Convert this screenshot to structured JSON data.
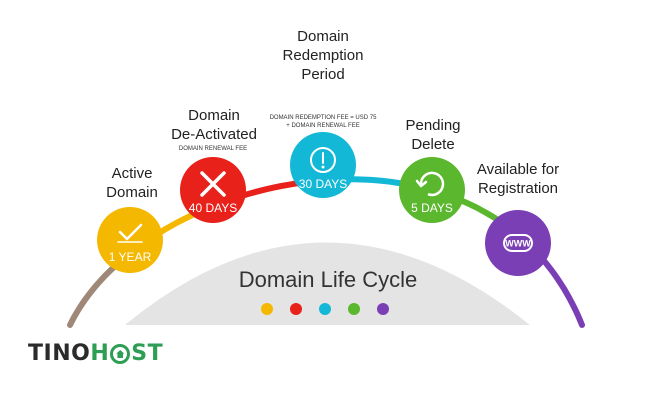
{
  "title": "Domain Life Cycle",
  "stages": [
    {
      "label_lines": [
        "Active",
        "Domain"
      ],
      "center_text": "1 YEAR",
      "icon": "check-icon",
      "fee_lines": [],
      "color": "#F5B800"
    },
    {
      "label_lines": [
        "Domain",
        "De-Activated"
      ],
      "center_text": "40 DAYS",
      "icon": "x-icon",
      "fee_lines": [
        "DOMAIN RENEWAL FEE"
      ],
      "color": "#E8211A"
    },
    {
      "label_lines": [
        "Domain",
        "Redemption",
        "Period"
      ],
      "center_text": "30 DAYS",
      "icon": "alert-icon",
      "fee_lines": [
        "DOMAIN REDEMPTION FEE = USD 75",
        "+ DOMAIN RENEWAL FEE"
      ],
      "color": "#13B8D6"
    },
    {
      "label_lines": [
        "Pending",
        "Delete"
      ],
      "center_text": "5 DAYS",
      "icon": "refresh-icon",
      "fee_lines": [],
      "color": "#5BB82E"
    },
    {
      "label_lines": [
        "Available for",
        "Registration"
      ],
      "center_text": "",
      "icon": "www-icon",
      "fee_lines": [],
      "color": "#7B3FB5"
    }
  ],
  "arc_colors": [
    "#A08878",
    "#F5B800",
    "#E8211A",
    "#13B8D6",
    "#5BB82E",
    "#7B3FB5"
  ],
  "dome_color": "#E4E4E4",
  "brand": {
    "part1": "TINO",
    "part2": "H",
    "part3": "ST"
  }
}
